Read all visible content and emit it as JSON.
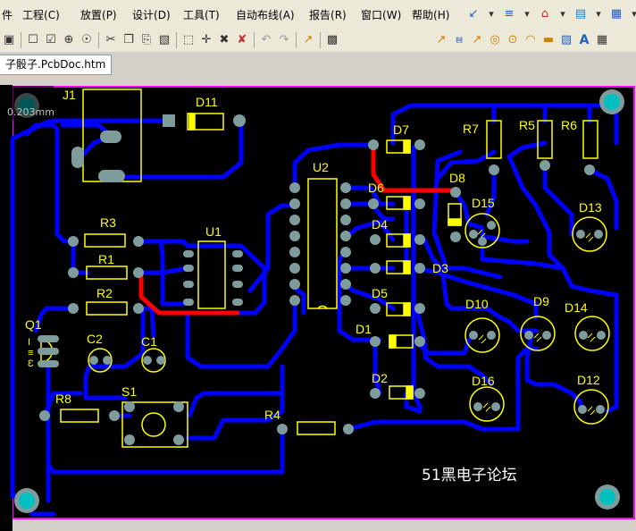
{
  "menu": {
    "items": [
      {
        "label": "工程",
        "key": "(C)"
      },
      {
        "label": "放置",
        "key": "(P)"
      },
      {
        "label": "设计",
        "key": "(D)"
      },
      {
        "label": "工具",
        "key": "(T)"
      },
      {
        "label": "自动布线",
        "key": "(A)"
      },
      {
        "label": "报告",
        "key": "(R)"
      },
      {
        "label": "窗口",
        "key": "(W)"
      },
      {
        "label": "帮助",
        "key": "(H)"
      }
    ]
  },
  "document": {
    "tab_label": "子骰子.PcbDoc.htm",
    "coord_readout": "0.203mm"
  },
  "board": {
    "watermark": "51黑电子论坛",
    "designators": {
      "J1": "J1",
      "D11": "D11",
      "D7": "D7",
      "D6": "D6",
      "D8": "D8",
      "D15": "D15",
      "D13": "D13",
      "R7": "R7",
      "R5": "R5",
      "R6": "R6",
      "U2": "U2",
      "R3": "R3",
      "U1": "U1",
      "R1": "R1",
      "R2": "R2",
      "D4": "D4",
      "D3": "D3",
      "D5": "D5",
      "D10": "D10",
      "D9": "D9",
      "D14": "D14",
      "Q1": "Q1",
      "C2": "C2",
      "C1": "C1",
      "D1": "D1",
      "D2": "D2",
      "D16": "D16",
      "D12": "D12",
      "R8": "R8",
      "S1": "S1",
      "R4": "R4"
    }
  },
  "colors": {
    "board_bg": "#000000",
    "board_outline": "#ff00ff",
    "bottom_copper": "#0000ff",
    "top_copper": "#ff0000",
    "silkscreen": "#ffff00",
    "pad": "#7f9c9c",
    "via_hole": "#00c0c0"
  }
}
